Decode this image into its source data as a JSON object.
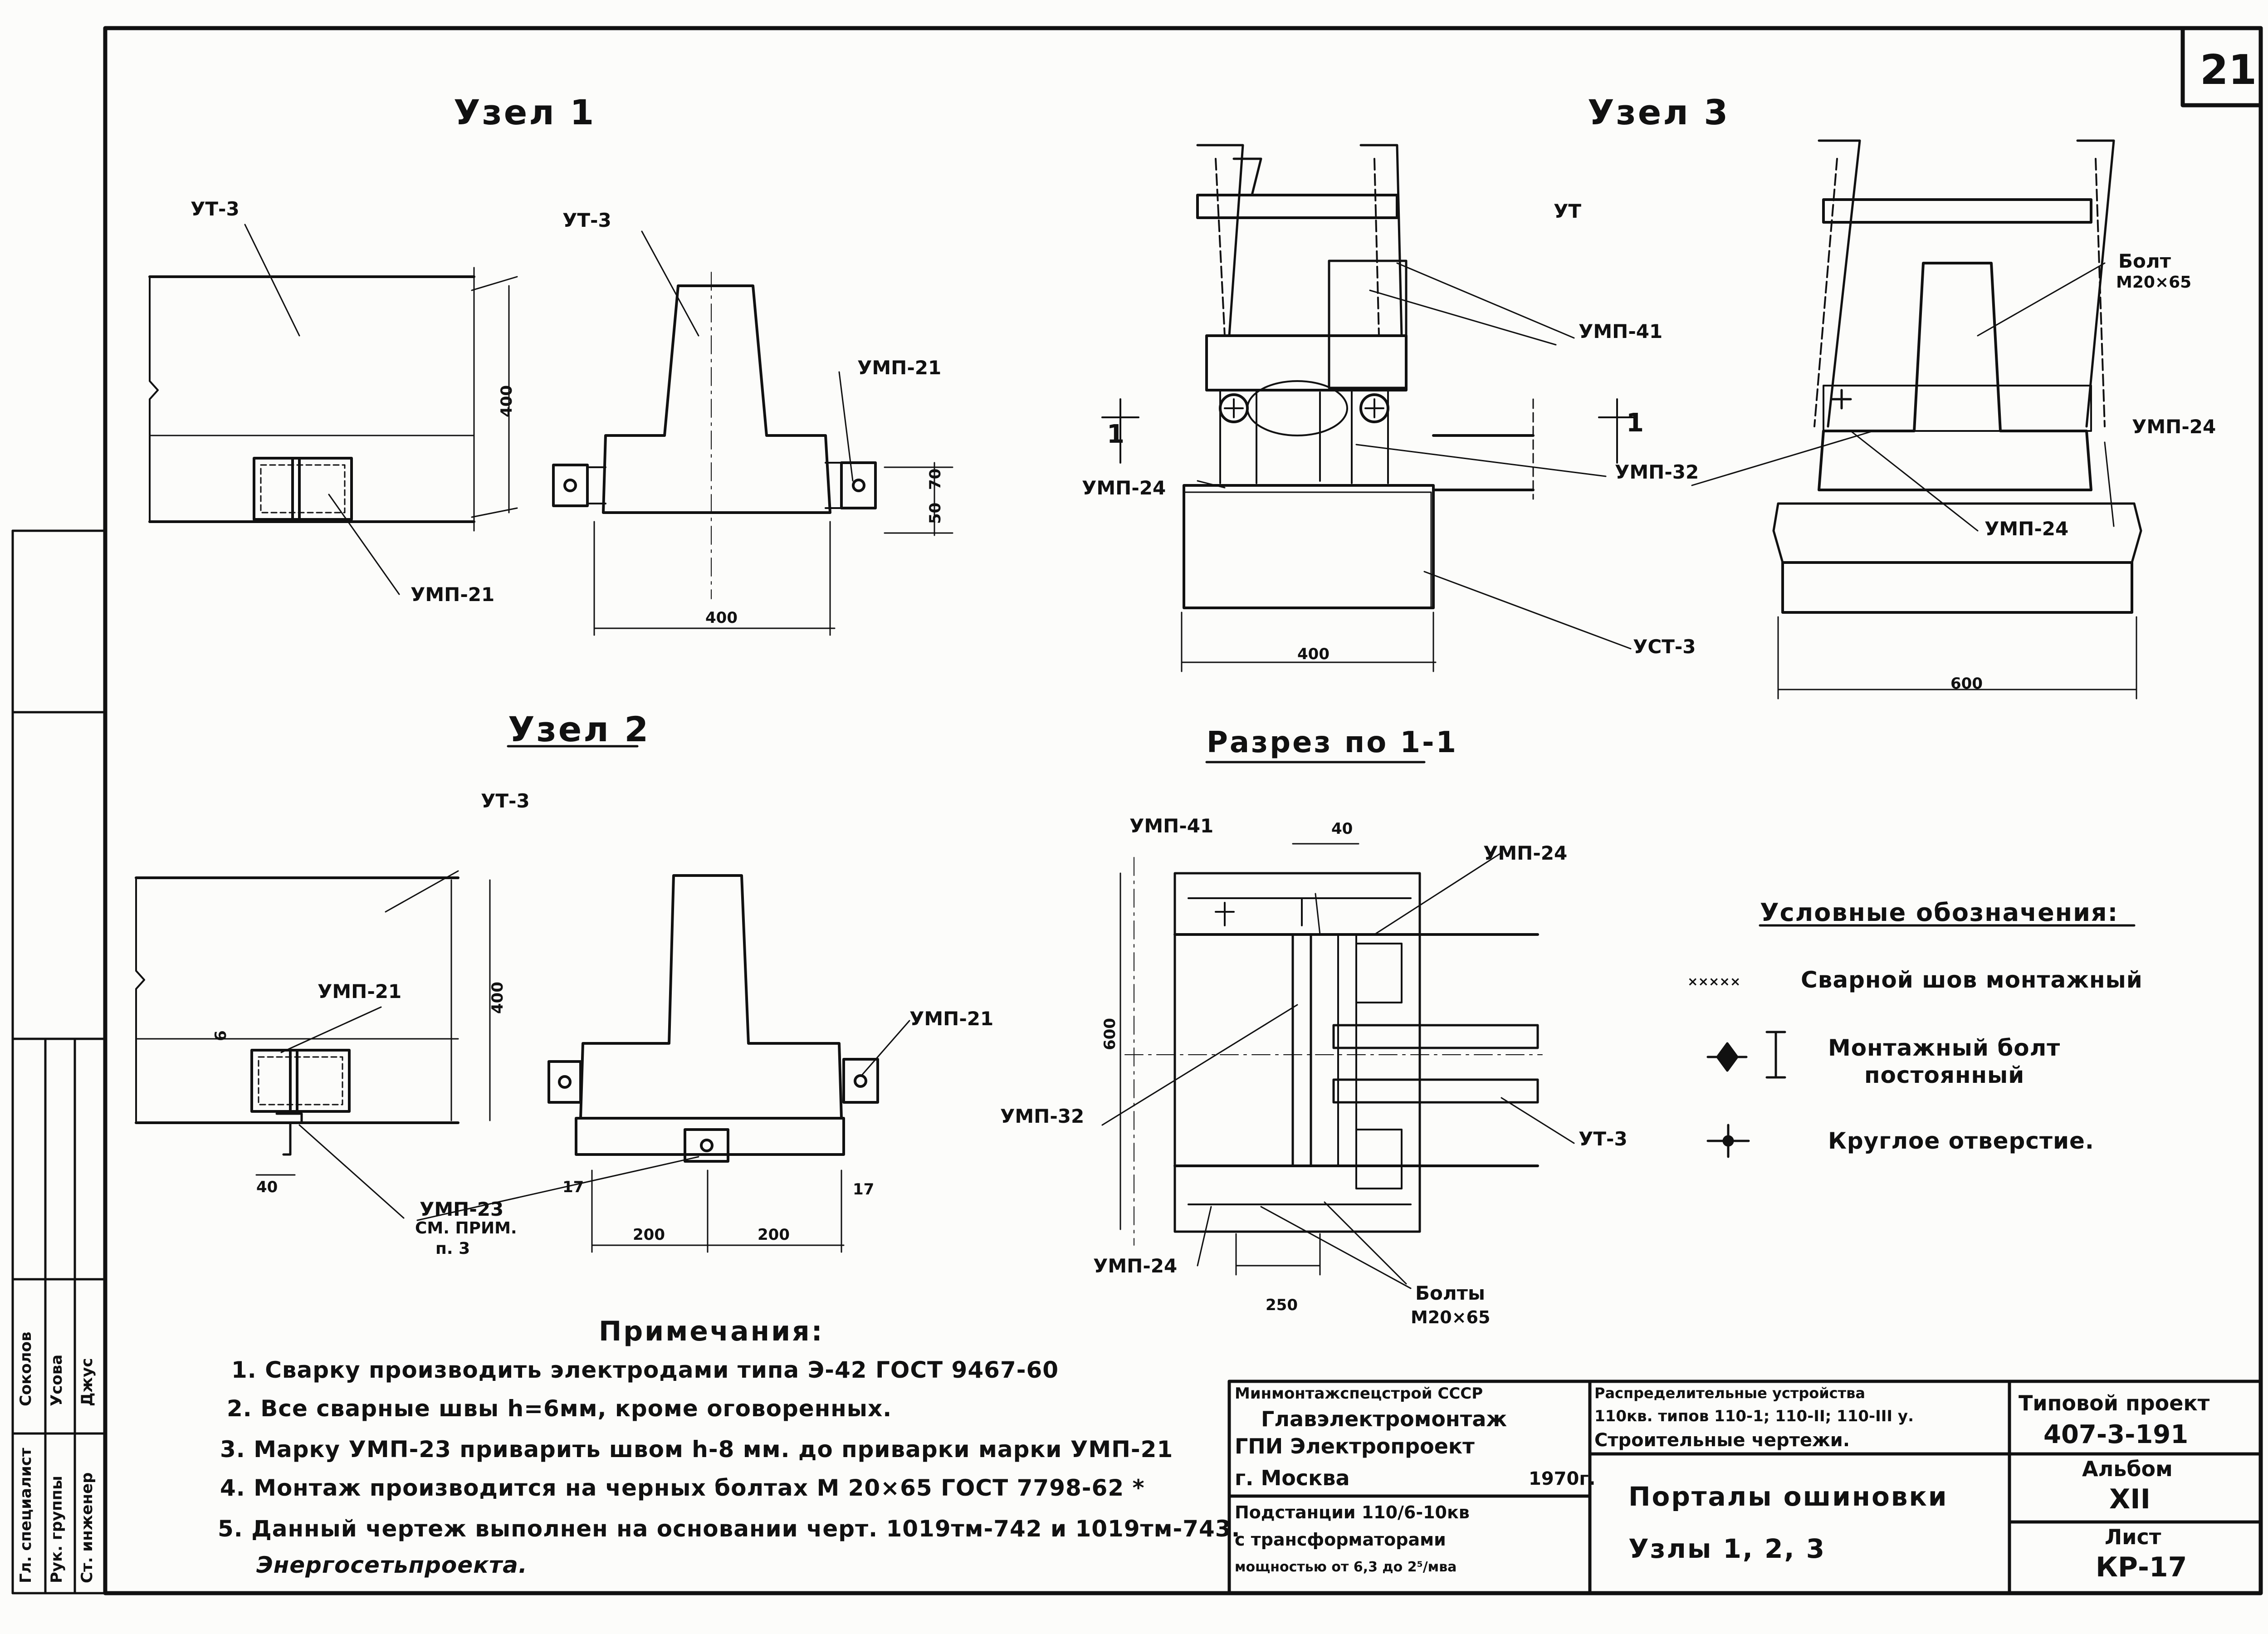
{
  "sheet_number": "21",
  "views": {
    "node1_title": "Узел 1",
    "node2_title": "Узел 2",
    "node3_title": "Узел 3",
    "section_title": "Разрез по 1-1"
  },
  "labels": {
    "ut3": "УТ-3",
    "ut": "УТ",
    "ump21": "УМП-21",
    "ump23": "УМП-23",
    "ump23_note1": "СМ. ПРИМ.",
    "ump23_note2": "п. 3",
    "ump24": "УМП-24",
    "ump32": "УМП-32",
    "ump41": "УМП-41",
    "ust3": "УСТ-3",
    "bolt": "Болт",
    "bolts": "Болты",
    "bolt_size": "М20×65",
    "section_mark": "1"
  },
  "dimensions": {
    "d400": "400",
    "d600": "600",
    "d200": "200",
    "d250": "250",
    "d50": "50",
    "d70": "70",
    "d40": "40",
    "d17": "17",
    "d6": "6"
  },
  "legend": {
    "title": "Условные обозначения:",
    "weld_symbol": "×××××",
    "weld": "Сварной шов монтажный",
    "bolt_line1": "Монтажный болт",
    "bolt_line2": "постоянный",
    "hole": "Круглое отверстие."
  },
  "notes": {
    "title": "Примечания:",
    "items": [
      "1. Сварку производить электродами типа Э-42 ГОСТ 9467-60",
      "2. Все сварные швы h=6мм, кроме оговоренных.",
      "3. Марку УМП-23 приварить швом h-8 мм. до приварки марки УМП-21",
      "4. Монтаж производится на черных болтах М 20×65 ГОСТ 7798-62 *",
      "5. Данный чертеж выполнен на основании черт. 1019тм-742 и 1019тм-743."
    ],
    "extra": "Энергосетьпроекта."
  },
  "title_block": {
    "org1": "Минмонтажспецстрой СССР",
    "org2": "Главэлектромонтаж",
    "org3": "ГПИ Электропроект",
    "city": "г. Москва",
    "year": "1970г.",
    "work1": "Распределительные устройства",
    "work2": "110кв. типов 110-1; 110-II; 110-III у.",
    "work3": "Строительные чертежи.",
    "typical": "Типовой проект",
    "project_no": "407-3-191",
    "album_label": "Альбом",
    "album_no": "XII",
    "substation1": "Подстанции 110/6-10кв",
    "substation2": "с трансформаторами",
    "substation3": "мощностью от 6,3 до 2⁵/мва",
    "drawing_title1": "Порталы ошиновки",
    "drawing_title2": "Узлы 1, 2, 3",
    "sheet_label": "Лист",
    "sheet_code": "КР-17"
  },
  "side_stamp": {
    "role1": "Гл. специалист",
    "role2": "Рук. группы",
    "role3": "Ст. инженер",
    "name1": "Соколов",
    "name2": "Усова",
    "name3": "Джус"
  }
}
